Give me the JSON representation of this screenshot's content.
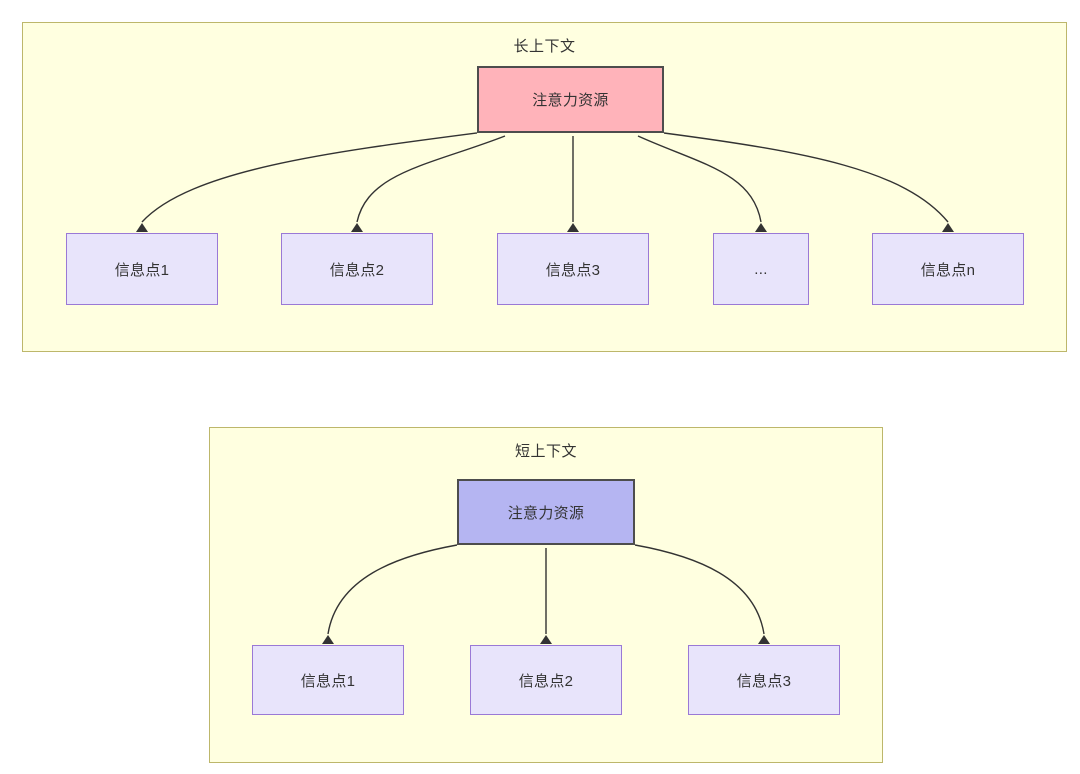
{
  "diagram": {
    "title_long": "长上下文",
    "title_short": "短上下文",
    "colors": {
      "group_fill": "#ffffe0",
      "group_border": "#bdb76b",
      "attention_long_fill": "#ffb3ba",
      "attention_short_fill": "#b5b5f2",
      "attention_border": "#4d4d4d",
      "info_fill": "#e8e4fb",
      "info_border": "#9a79d6",
      "edge": "#333333",
      "text": "#333333"
    }
  },
  "long_context": {
    "group_label": "长上下文",
    "attention_node": {
      "label": "注意力资源"
    },
    "info_nodes": [
      {
        "label": "信息点1"
      },
      {
        "label": "信息点2"
      },
      {
        "label": "信息点3"
      },
      {
        "label": "..."
      },
      {
        "label": "信息点n"
      }
    ]
  },
  "short_context": {
    "group_label": "短上下文",
    "attention_node": {
      "label": "注意力资源"
    },
    "info_nodes": [
      {
        "label": "信息点1"
      },
      {
        "label": "信息点2"
      },
      {
        "label": "信息点3"
      }
    ]
  }
}
